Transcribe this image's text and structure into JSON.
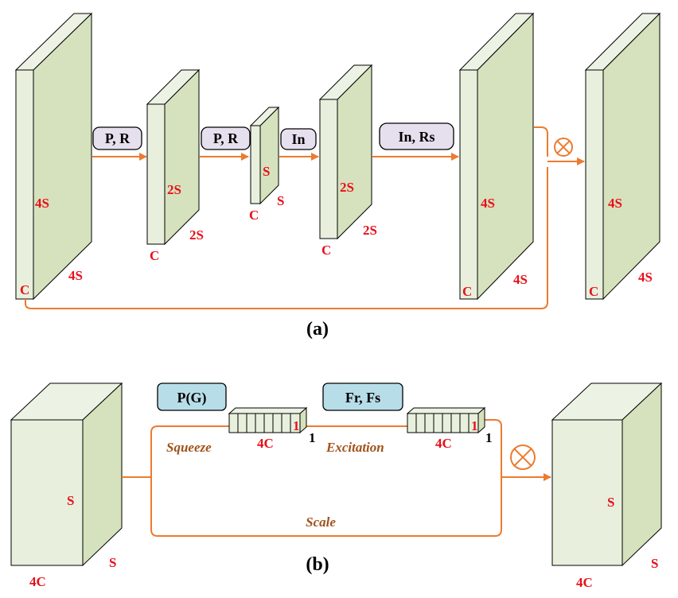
{
  "panel_a": {
    "caption": "(a)",
    "ops": {
      "pool_relu_1": "P, R",
      "pool_relu_2": "P, R",
      "interp": "In",
      "interp_resize": "In, Rs"
    },
    "block1": {
      "channel": "C",
      "height": "4S",
      "width": "4S"
    },
    "block2": {
      "channel": "C",
      "height": "2S",
      "width": "2S"
    },
    "block3": {
      "channel": "C",
      "height": "S",
      "width": "S"
    },
    "block4": {
      "channel": "C",
      "height": "2S",
      "width": "2S"
    },
    "block5": {
      "channel": "C",
      "height": "4S",
      "width": "4S"
    },
    "block6": {
      "channel": "C",
      "height": "4S",
      "width": "4S"
    },
    "multiply_symbol": "⊗"
  },
  "panel_b": {
    "caption": "(b)",
    "ops": {
      "global_pool": "P(G)",
      "fr_fs": "Fr, Fs"
    },
    "input_block": {
      "height": "S",
      "depth": "S",
      "channels": "4C"
    },
    "output_block": {
      "height": "S",
      "depth": "S",
      "channels": "4C"
    },
    "squeeze_vector": {
      "channels": "4C",
      "one_a": "1",
      "one_b": "1"
    },
    "excitation_vector": {
      "channels": "4C",
      "one_a": "1",
      "one_b": "1"
    },
    "labels": {
      "squeeze": "Squeeze",
      "excitation": "Excitation",
      "scale": "Scale"
    },
    "multiply_symbol": "⊗"
  },
  "colors": {
    "block_front": "#e8f0dd",
    "block_side": "#d5e2bd",
    "arrow": "#ec7b2e",
    "op_box_a": "#e6e0ee",
    "op_box_b": "#b7dde8",
    "dim_label": "#e8101a",
    "flow_label": "#a0521a"
  }
}
